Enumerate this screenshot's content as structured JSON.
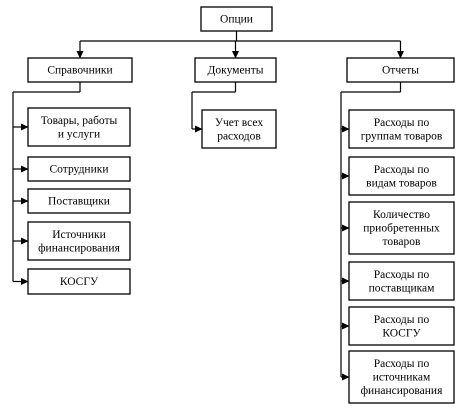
{
  "diagram": {
    "root": {
      "lines": [
        "Опции"
      ]
    },
    "categories": [
      {
        "label": [
          "Справочники"
        ],
        "children": [
          {
            "lines": [
              "Товары, работы",
              "и услуги"
            ]
          },
          {
            "lines": [
              "Сотрудники"
            ]
          },
          {
            "lines": [
              "Поставщики"
            ]
          },
          {
            "lines": [
              "Источники",
              "финансирования"
            ]
          },
          {
            "lines": [
              "КОСГУ"
            ]
          }
        ]
      },
      {
        "label": [
          "Документы"
        ],
        "children": [
          {
            "lines": [
              "Учет всех",
              "расходов"
            ]
          }
        ]
      },
      {
        "label": [
          "Отчеты"
        ],
        "children": [
          {
            "lines": [
              "Расходы по",
              "группам товаров"
            ]
          },
          {
            "lines": [
              "Расходы по",
              "видам товаров"
            ]
          },
          {
            "lines": [
              "Количество",
              "приобретенных",
              "товаров"
            ]
          },
          {
            "lines": [
              "Расходы по",
              "поставщикам"
            ]
          },
          {
            "lines": [
              "Расходы по",
              "КОСГУ"
            ]
          },
          {
            "lines": [
              "Расходы по",
              "источникам",
              "финансирования"
            ]
          }
        ]
      }
    ]
  }
}
